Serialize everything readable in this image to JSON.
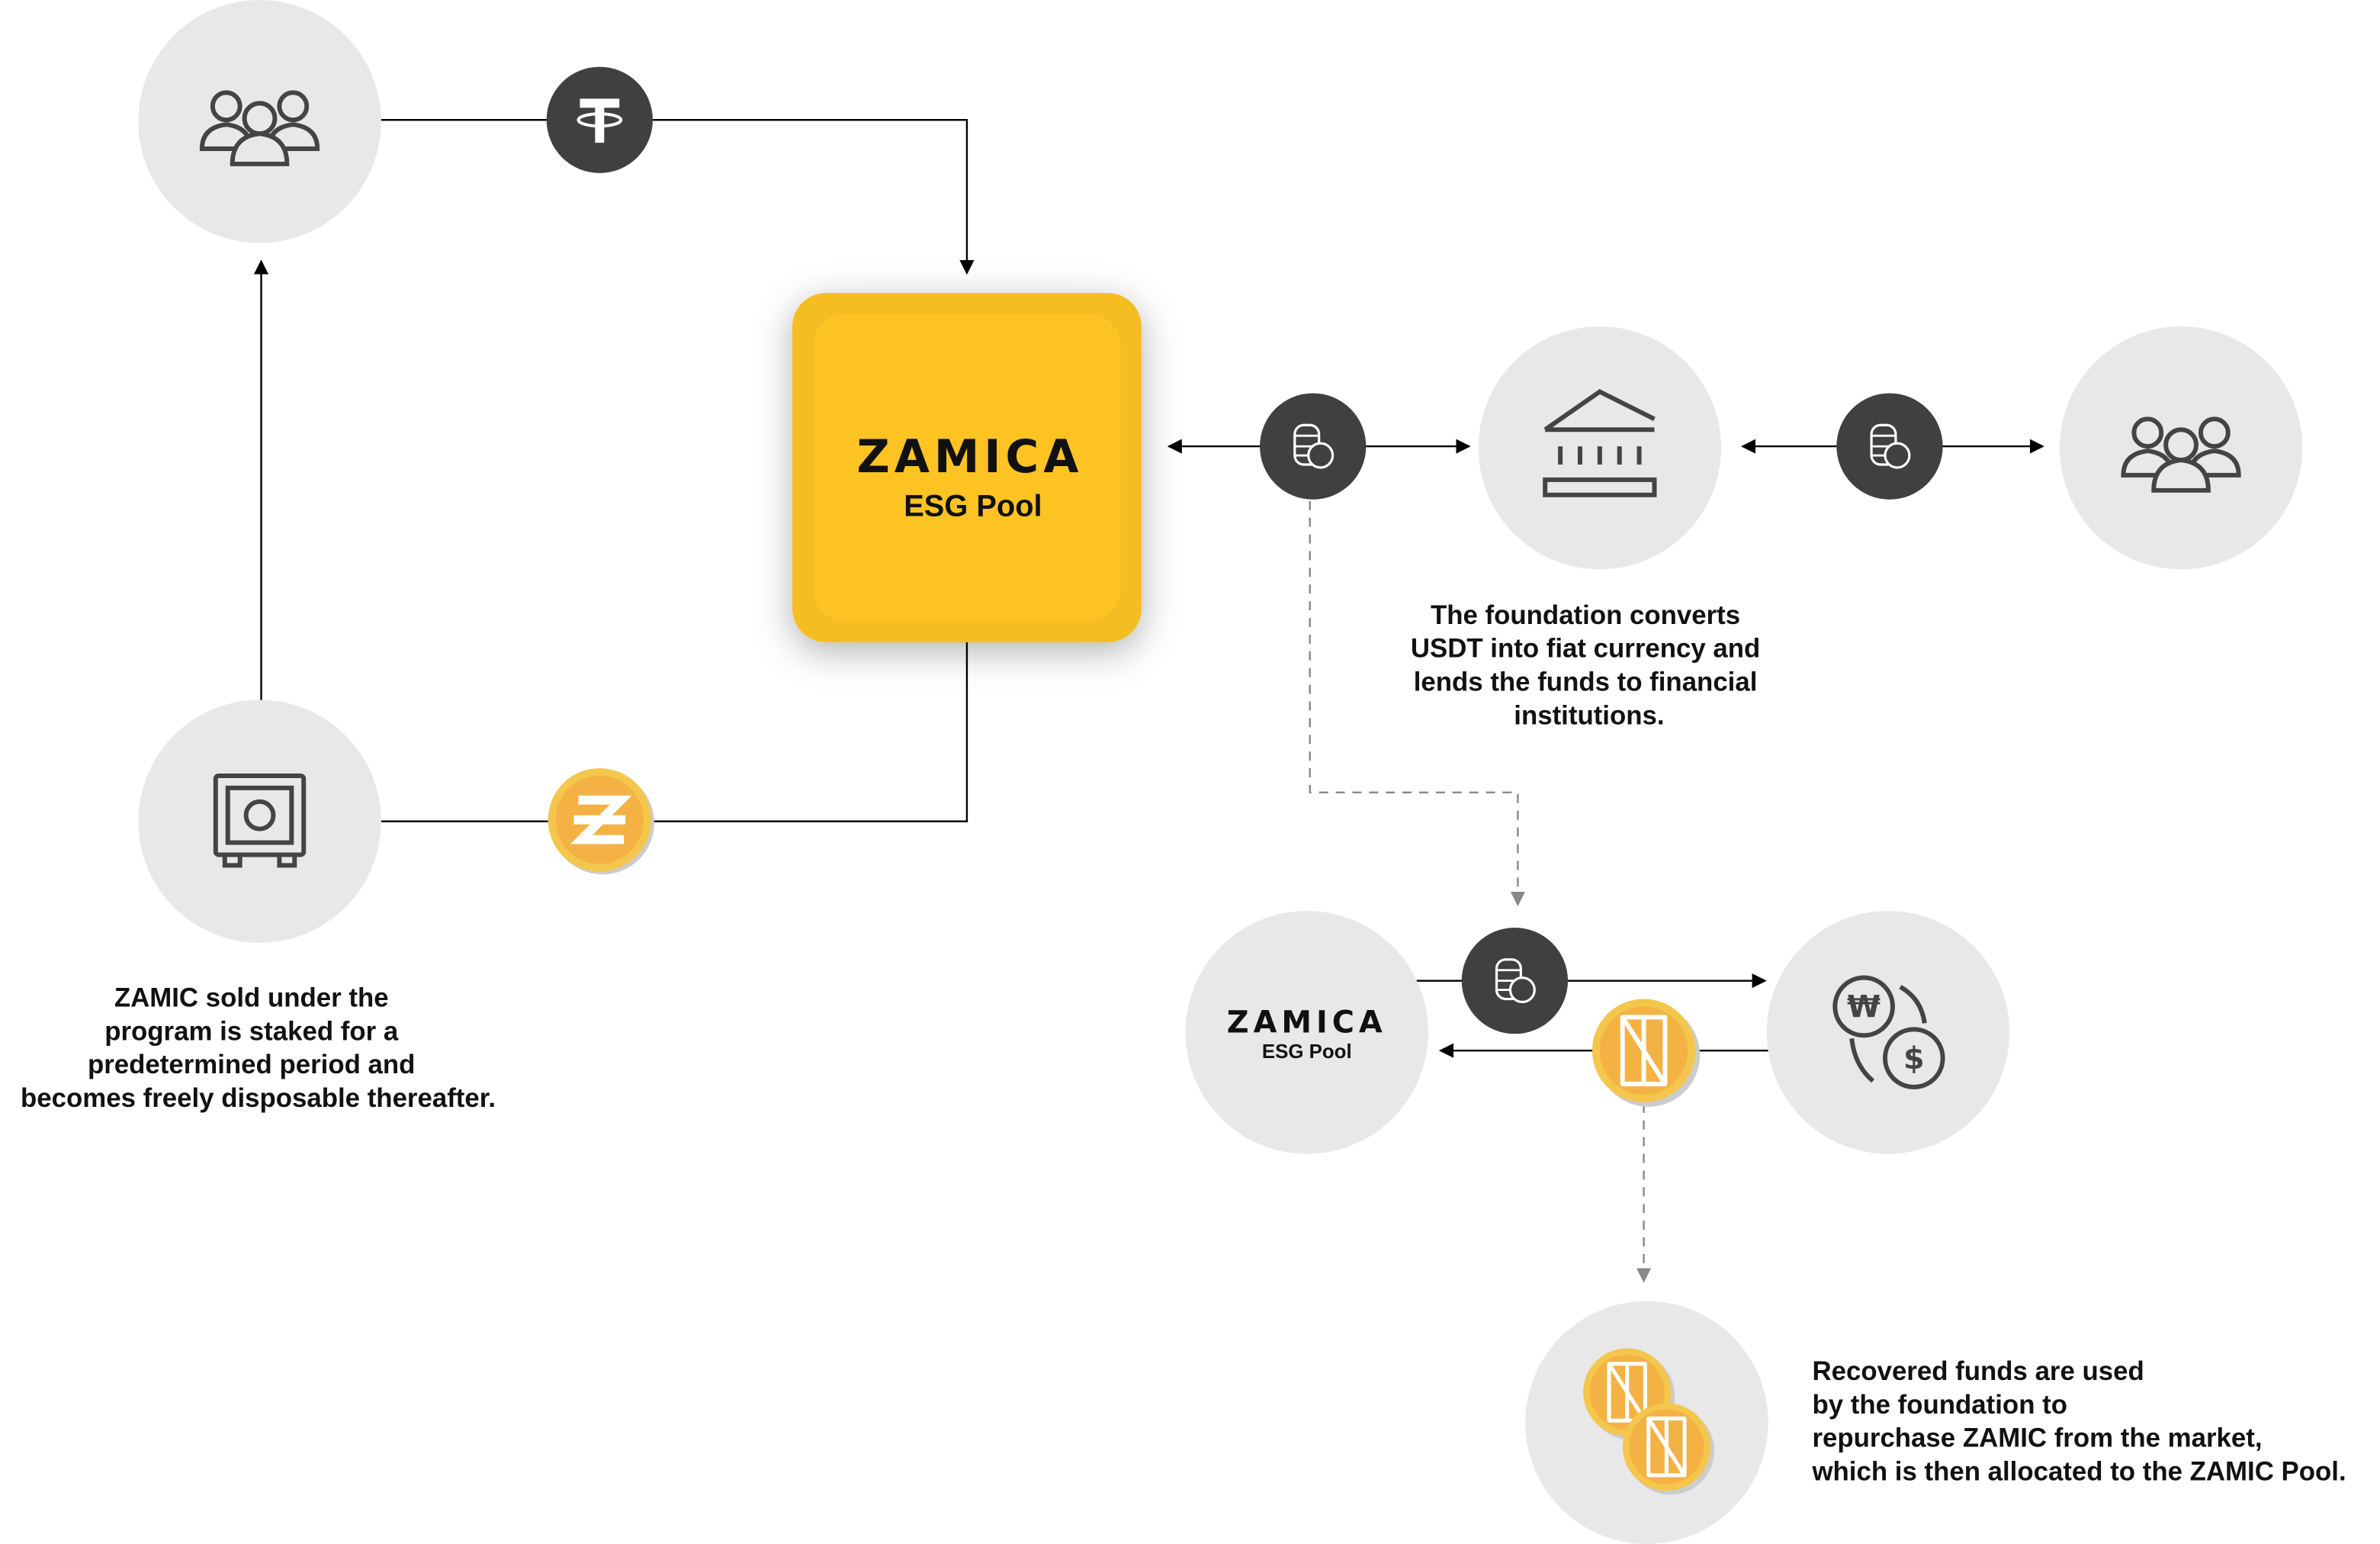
{
  "colors": {
    "circle_bg": "#e8e8e8",
    "dark_coin": "#404040",
    "yellow": "#fcc323",
    "orange_coin": "#f4b244"
  },
  "main_pool": {
    "logo": "ZAMICA",
    "label": "ESG Pool"
  },
  "small_pool": {
    "logo": "ZAMICA",
    "label": "ESG Pool"
  },
  "captions": {
    "foundation": [
      "The foundation converts",
      "USDT into fiat currency and",
      "lends the funds to financial",
      "institutions."
    ],
    "staking": [
      "ZAMIC sold under the",
      "program is staked for a",
      "predetermined period and",
      "becomes freely disposable thereafter."
    ],
    "buyback": [
      "Recovered funds are used",
      "by the foundation to",
      "repurchase ZAMIC from the market,",
      "which is then allocated to the ZAMIC Pool."
    ]
  },
  "icons": [
    "users-icon",
    "tether-icon",
    "coins-stack-icon",
    "bank-icon",
    "safe-icon",
    "zamic-z-coin-icon",
    "zamica-token-icon",
    "currency-exchange-icon"
  ],
  "currency_symbols": {
    "won": "₩",
    "dollar": "$"
  }
}
